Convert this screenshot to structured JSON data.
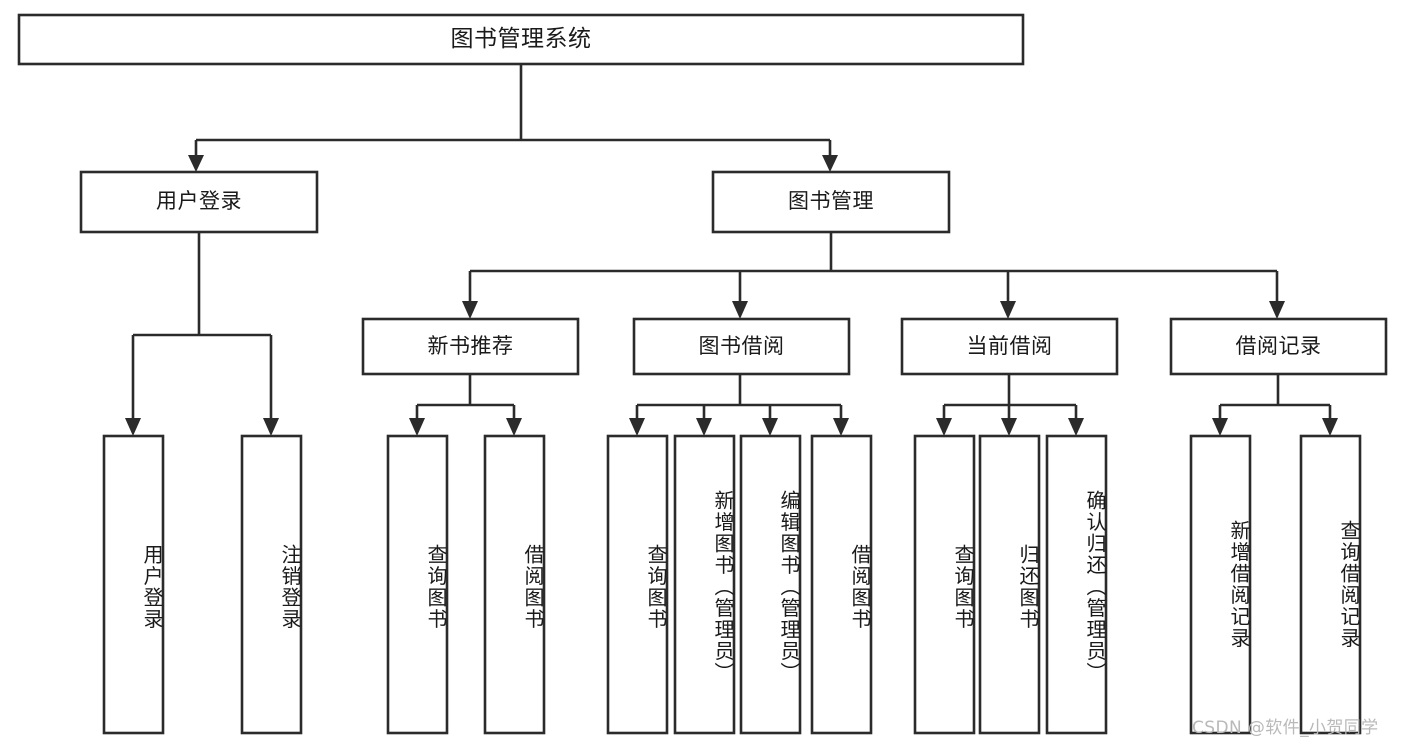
{
  "diagram": {
    "type": "tree-hierarchy",
    "title": "图书管理系统",
    "watermark": "CSDN @软件_小贺同学",
    "colors": {
      "background": "#ffffff",
      "stroke": "#2b2b2b",
      "text": "#1a1a1a",
      "watermark": "#b9b9b9"
    },
    "nodes": {
      "root": {
        "label": "图书管理系统",
        "level": 1
      },
      "level2": [
        {
          "id": "user-login",
          "label": "用户登录"
        },
        {
          "id": "book-manage",
          "label": "图书管理"
        }
      ],
      "level3": [
        {
          "id": "new-book-recommend",
          "label": "新书推荐",
          "parent": "book-manage"
        },
        {
          "id": "book-borrow",
          "label": "图书借阅",
          "parent": "book-manage"
        },
        {
          "id": "current-borrow",
          "label": "当前借阅",
          "parent": "book-manage"
        },
        {
          "id": "borrow-record",
          "label": "借阅记录",
          "parent": "book-manage"
        }
      ],
      "leaves": [
        {
          "id": "leaf-user-login",
          "label": "用户登录",
          "parent": "user-login"
        },
        {
          "id": "leaf-logout",
          "label": "注销登录",
          "parent": "user-login"
        },
        {
          "id": "leaf-query-book-1",
          "label": "查询图书",
          "parent": "new-book-recommend"
        },
        {
          "id": "leaf-borrow-book-1",
          "label": "借阅图书",
          "parent": "new-book-recommend"
        },
        {
          "id": "leaf-query-book-2",
          "label": "查询图书",
          "parent": "book-borrow"
        },
        {
          "id": "leaf-add-book",
          "label": "新增图书（管理员）",
          "parent": "book-borrow"
        },
        {
          "id": "leaf-edit-book",
          "label": "编辑图书（管理员）",
          "parent": "book-borrow"
        },
        {
          "id": "leaf-borrow-book-2",
          "label": "借阅图书",
          "parent": "book-borrow"
        },
        {
          "id": "leaf-query-book-3",
          "label": "查询图书",
          "parent": "current-borrow"
        },
        {
          "id": "leaf-return-book",
          "label": "归还图书",
          "parent": "current-borrow"
        },
        {
          "id": "leaf-confirm-return",
          "label": "确认归还（管理员）",
          "parent": "current-borrow"
        },
        {
          "id": "leaf-add-record",
          "label": "新增借阅记录",
          "parent": "borrow-record"
        },
        {
          "id": "leaf-query-record",
          "label": "查询借阅记录",
          "parent": "borrow-record"
        }
      ]
    }
  }
}
